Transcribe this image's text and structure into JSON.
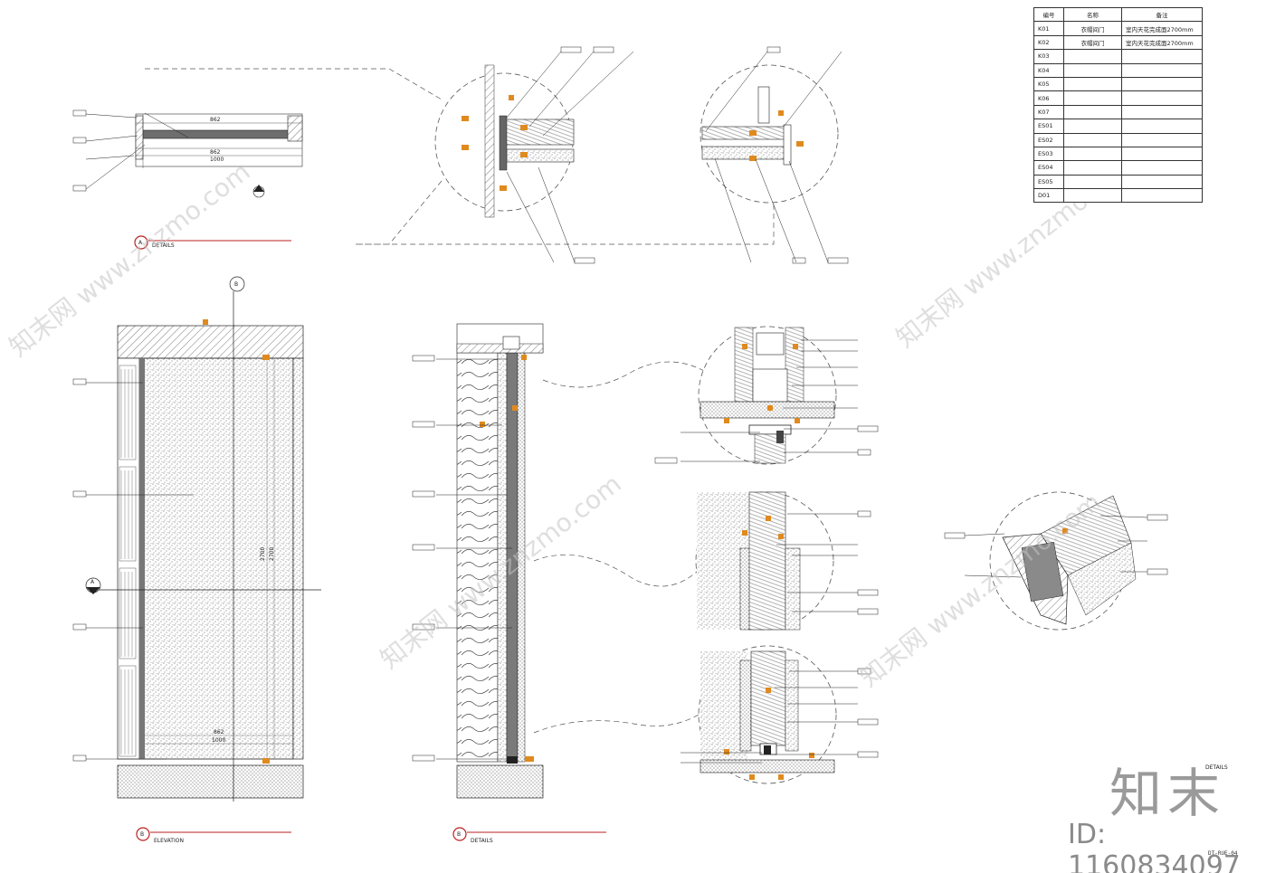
{
  "schedule": {
    "headers": [
      "编号",
      "名称",
      "备注"
    ],
    "rows": [
      {
        "code": "K01",
        "name": "衣帽间门",
        "note": "室内天花完成面2700mm"
      },
      {
        "code": "K02",
        "name": "衣帽间门",
        "note": "室内天花完成面2700mm"
      },
      {
        "code": "K03",
        "name": "",
        "note": ""
      },
      {
        "code": "K04",
        "name": "",
        "note": ""
      },
      {
        "code": "K05",
        "name": "",
        "note": ""
      },
      {
        "code": "K06",
        "name": "",
        "note": ""
      },
      {
        "code": "K07",
        "name": "",
        "note": ""
      },
      {
        "code": "ES01",
        "name": "",
        "note": ""
      },
      {
        "code": "ES02",
        "name": "",
        "note": ""
      },
      {
        "code": "ES03",
        "name": "",
        "note": ""
      },
      {
        "code": "ES04",
        "name": "",
        "note": ""
      },
      {
        "code": "ES05",
        "name": "",
        "note": ""
      },
      {
        "code": "D01",
        "name": "",
        "note": ""
      }
    ]
  },
  "titles": {
    "plan": {
      "mark": "A",
      "label": "DETAILS"
    },
    "elevation": {
      "mark": "B",
      "label": "ELEVATION"
    },
    "section": {
      "mark": "B",
      "label": "DETAILS"
    },
    "detail_note": "DETAILS"
  },
  "dimensions": {
    "plan_top": "862",
    "plan_mid": "862",
    "plan_bottom": "1000",
    "elev_bottom_a": "862",
    "elev_bottom_b": "1000",
    "elev_height_a": "2700",
    "elev_height_b": "2700"
  },
  "elevation_marker": "A",
  "section_marker": "B",
  "branding": {
    "logo": "知末",
    "id_text": "ID: 1160834097",
    "watermark": "知末网 www.znzmo.com"
  },
  "sheet_number": "DT-RUE-04",
  "colors": {
    "accent": "#e08a1e",
    "line": "#222222",
    "hatch": "#555555",
    "fill_dark": "#7a7a7a",
    "watermark": "#b8b8b8"
  }
}
